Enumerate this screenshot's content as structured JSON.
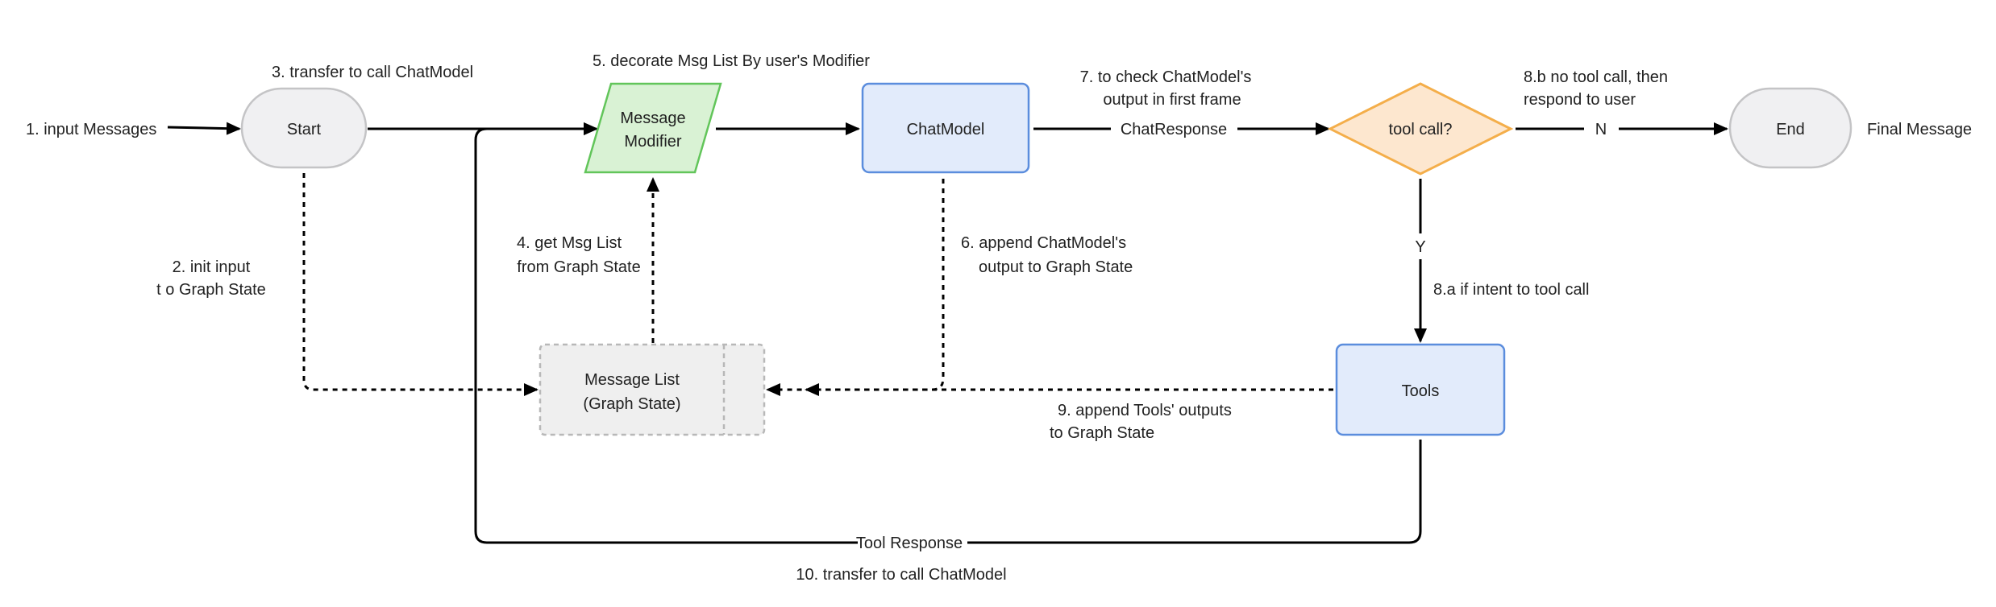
{
  "nodes": {
    "start": "Start",
    "message_modifier_line1": "Message",
    "message_modifier_line2": "Modifier",
    "chatmodel": "ChatModel",
    "tool_call": "tool call?",
    "end": "End",
    "message_list_line1": "Message List",
    "message_list_line2": "(Graph State)",
    "tools": "Tools"
  },
  "labels": {
    "input_messages": "1. input Messages",
    "init_input_line1": "2. init input",
    "init_input_line2": "t o Graph State",
    "transfer_to_call": "3. transfer to call ChatModel",
    "get_msg_list_line1": "4. get Msg List",
    "get_msg_list_line2": "from Graph State",
    "decorate_msg": "5. decorate Msg List By user's Modifier",
    "append_chatmodel_line1": "6. append ChatModel's",
    "append_chatmodel_line2": "output to Graph State",
    "check_chatmodel_line1": "7. to check ChatModel's",
    "check_chatmodel_line2": "output in first frame",
    "chat_response": "ChatResponse",
    "intent_tool_call": "8.a if intent to tool  call",
    "no_tool_call_line1": "8.b no tool call, then",
    "no_tool_call_line2": "respond to user",
    "branch_yes": "Y",
    "branch_no": "N",
    "final_message": "Final Message",
    "append_tools_line1": "9. append Tools' outputs",
    "append_tools_line2": "to Graph State",
    "tool_response": "Tool Response",
    "transfer_call_chatmodel_10": "10. transfer to  call ChatModel"
  },
  "colors": {
    "terminal_fill": "#f0f0f2",
    "terminal_stroke": "#c4c4c6",
    "modifier_fill": "#d9f2d4",
    "modifier_stroke": "#62c55a",
    "process_fill": "#e2ebfb",
    "process_stroke": "#5b8ddd",
    "decision_fill": "#fde7cf",
    "decision_stroke": "#f4ae4a",
    "state_fill": "#efefef",
    "state_stroke": "#b8b8b8",
    "arrow": "#000000"
  }
}
